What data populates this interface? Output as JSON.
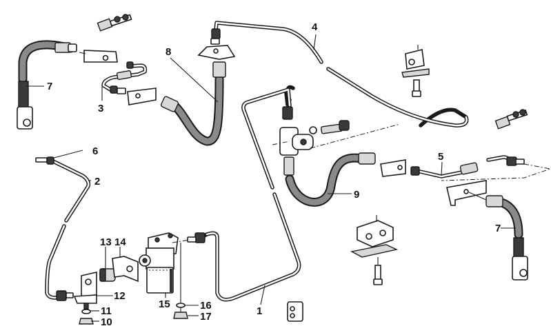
{
  "diagram": {
    "title": "Brake line assembly exploded view",
    "callouts": [
      {
        "id": "1",
        "text": "1"
      },
      {
        "id": "2",
        "text": "2"
      },
      {
        "id": "3",
        "text": "3"
      },
      {
        "id": "4",
        "text": "4"
      },
      {
        "id": "5",
        "text": "5"
      },
      {
        "id": "6",
        "text": "6"
      },
      {
        "id": "7a",
        "text": "7"
      },
      {
        "id": "7b",
        "text": "7"
      },
      {
        "id": "8",
        "text": "8"
      },
      {
        "id": "9",
        "text": "9"
      },
      {
        "id": "10",
        "text": "10"
      },
      {
        "id": "11",
        "text": "11"
      },
      {
        "id": "12",
        "text": "12"
      },
      {
        "id": "13",
        "text": "13"
      },
      {
        "id": "14",
        "text": "14"
      },
      {
        "id": "15",
        "text": "15"
      },
      {
        "id": "16",
        "text": "16"
      },
      {
        "id": "17",
        "text": "17"
      }
    ],
    "parts": [
      {
        "number": "1",
        "name": "brake pipe (long loop)"
      },
      {
        "number": "2",
        "name": "brake pipe (left)"
      },
      {
        "number": "3",
        "name": "brake pipe (short, with coupling)"
      },
      {
        "number": "4",
        "name": "brake pipe (upper)"
      },
      {
        "number": "5",
        "name": "brake pipe (right, with coupling)"
      },
      {
        "number": "6",
        "name": "pipe union nut"
      },
      {
        "number": "7",
        "name": "brake hose with banjo fitting"
      },
      {
        "number": "8",
        "name": "brake hose (front)"
      },
      {
        "number": "9",
        "name": "brake hose (rear)"
      },
      {
        "number": "10",
        "name": "hex nut"
      },
      {
        "number": "11",
        "name": "washer"
      },
      {
        "number": "12",
        "name": "mounting bracket"
      },
      {
        "number": "13",
        "name": "connector fitting"
      },
      {
        "number": "14",
        "name": "bracket plate"
      },
      {
        "number": "15",
        "name": "brake pressure regulator"
      },
      {
        "number": "16",
        "name": "washer"
      },
      {
        "number": "17",
        "name": "hex nut"
      }
    ]
  }
}
